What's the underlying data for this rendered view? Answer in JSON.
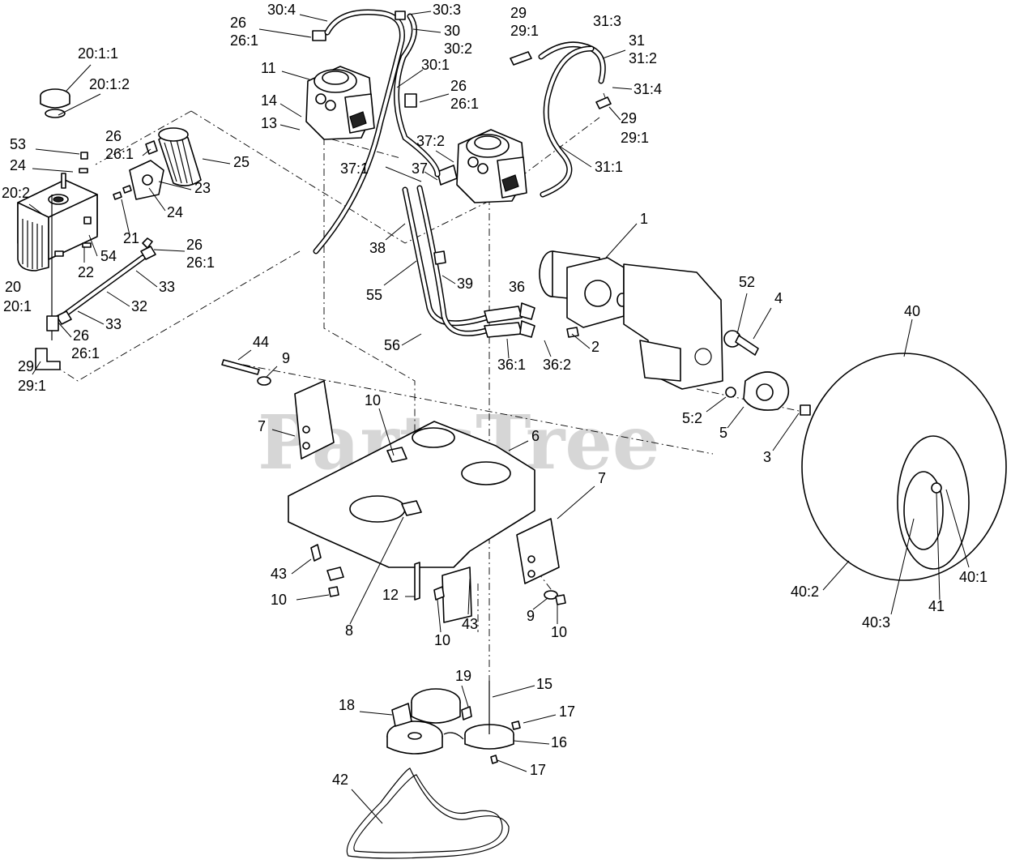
{
  "watermark": "PartsTree",
  "callouts": [
    {
      "id": "c20-1-1",
      "text": "20:1:1"
    },
    {
      "id": "c20-1-2",
      "text": "20:1:2"
    },
    {
      "id": "c53",
      "text": "53"
    },
    {
      "id": "c24a",
      "text": "24"
    },
    {
      "id": "c20-2",
      "text": "20:2"
    },
    {
      "id": "c20",
      "text": "20"
    },
    {
      "id": "c20-1",
      "text": "20:1"
    },
    {
      "id": "c26a",
      "text": "26"
    },
    {
      "id": "c26-1a",
      "text": "26:1"
    },
    {
      "id": "c25",
      "text": "25"
    },
    {
      "id": "c23",
      "text": "23"
    },
    {
      "id": "c24b",
      "text": "24"
    },
    {
      "id": "c21",
      "text": "21"
    },
    {
      "id": "c54",
      "text": "54"
    },
    {
      "id": "c22",
      "text": "22"
    },
    {
      "id": "c26b",
      "text": "26"
    },
    {
      "id": "c26-1b",
      "text": "26:1"
    },
    {
      "id": "c33a",
      "text": "33"
    },
    {
      "id": "c32",
      "text": "32"
    },
    {
      "id": "c33b",
      "text": "33"
    },
    {
      "id": "c26c",
      "text": "26"
    },
    {
      "id": "c26-1c",
      "text": "26:1"
    },
    {
      "id": "c29a",
      "text": "29"
    },
    {
      "id": "c29-1a",
      "text": "29:1"
    },
    {
      "id": "c26d",
      "text": "26"
    },
    {
      "id": "c26-1d",
      "text": "26:1"
    },
    {
      "id": "c30-4",
      "text": "30:4"
    },
    {
      "id": "c30-3",
      "text": "30:3"
    },
    {
      "id": "c30",
      "text": "30"
    },
    {
      "id": "c30-2",
      "text": "30:2"
    },
    {
      "id": "c30-1",
      "text": "30:1"
    },
    {
      "id": "c26e",
      "text": "26"
    },
    {
      "id": "c26-1e",
      "text": "26:1"
    },
    {
      "id": "c11",
      "text": "11"
    },
    {
      "id": "c14",
      "text": "14"
    },
    {
      "id": "c13",
      "text": "13"
    },
    {
      "id": "c29b",
      "text": "29"
    },
    {
      "id": "c29-1b",
      "text": "29:1"
    },
    {
      "id": "c31-3",
      "text": "31:3"
    },
    {
      "id": "c31",
      "text": "31"
    },
    {
      "id": "c31-2",
      "text": "31:2"
    },
    {
      "id": "c31-4",
      "text": "31:4"
    },
    {
      "id": "c29c",
      "text": "29"
    },
    {
      "id": "c29-1c",
      "text": "29:1"
    },
    {
      "id": "c37-2",
      "text": "37:2"
    },
    {
      "id": "c37-1",
      "text": "37:1"
    },
    {
      "id": "c37",
      "text": "37"
    },
    {
      "id": "c31-1",
      "text": "31:1"
    },
    {
      "id": "c1",
      "text": "1"
    },
    {
      "id": "c38",
      "text": "38"
    },
    {
      "id": "c55",
      "text": "55"
    },
    {
      "id": "c39",
      "text": "39"
    },
    {
      "id": "c36",
      "text": "36"
    },
    {
      "id": "c56",
      "text": "56"
    },
    {
      "id": "c36-1",
      "text": "36:1"
    },
    {
      "id": "c36-2",
      "text": "36:2"
    },
    {
      "id": "c2",
      "text": "2"
    },
    {
      "id": "c52",
      "text": "52"
    },
    {
      "id": "c4",
      "text": "4"
    },
    {
      "id": "c40",
      "text": "40"
    },
    {
      "id": "c44",
      "text": "44"
    },
    {
      "id": "c9a",
      "text": "9"
    },
    {
      "id": "c10a",
      "text": "10"
    },
    {
      "id": "c7a",
      "text": "7"
    },
    {
      "id": "c6",
      "text": "6"
    },
    {
      "id": "c7b",
      "text": "7"
    },
    {
      "id": "c5-2",
      "text": "5:2"
    },
    {
      "id": "c5",
      "text": "5"
    },
    {
      "id": "c3",
      "text": "3"
    },
    {
      "id": "c43a",
      "text": "43"
    },
    {
      "id": "c10b",
      "text": "10"
    },
    {
      "id": "c12",
      "text": "12"
    },
    {
      "id": "c8",
      "text": "8"
    },
    {
      "id": "c10c",
      "text": "10"
    },
    {
      "id": "c43b",
      "text": "43"
    },
    {
      "id": "c9b",
      "text": "9"
    },
    {
      "id": "c10d",
      "text": "10"
    },
    {
      "id": "c40-2",
      "text": "40:2"
    },
    {
      "id": "c40-3",
      "text": "40:3"
    },
    {
      "id": "c41",
      "text": "41"
    },
    {
      "id": "c40-1",
      "text": "40:1"
    },
    {
      "id": "c19",
      "text": "19"
    },
    {
      "id": "c15",
      "text": "15"
    },
    {
      "id": "c18",
      "text": "18"
    },
    {
      "id": "c17a",
      "text": "17"
    },
    {
      "id": "c16",
      "text": "16"
    },
    {
      "id": "c17b",
      "text": "17"
    },
    {
      "id": "c42",
      "text": "42"
    }
  ]
}
